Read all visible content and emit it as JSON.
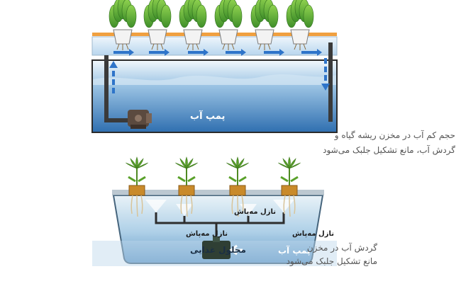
{
  "diagram_top": {
    "pump_label": "پمپ آب",
    "caption_line1": "حجم کم آب در مخزن ریشه گیاه و",
    "caption_line2": "گردش آب، مانع تشکیل جلبک می‌شود"
  },
  "diagram_bottom": {
    "nozzle_label_top": "نازل مه‌پاش",
    "nozzle_label_left": "نازل مه‌پاش",
    "nozzle_label_right": "نازل مه‌پاش",
    "solution_label": "محلول غذایی",
    "pump_label": "پمپ آب",
    "caption_line1": "گردش آب در مخزن",
    "caption_line2": "مانع تشکیل جلبک می‌شود"
  },
  "colors": {
    "water_light": "#dcecf6",
    "water_dark": "#2f6fb0",
    "pipe": "#3a3a3a",
    "flow_arrow": "#2e74c9",
    "net_pot": "#c98a2a",
    "lettuce": "#6dbf3a",
    "plant": "#5aa12a"
  }
}
